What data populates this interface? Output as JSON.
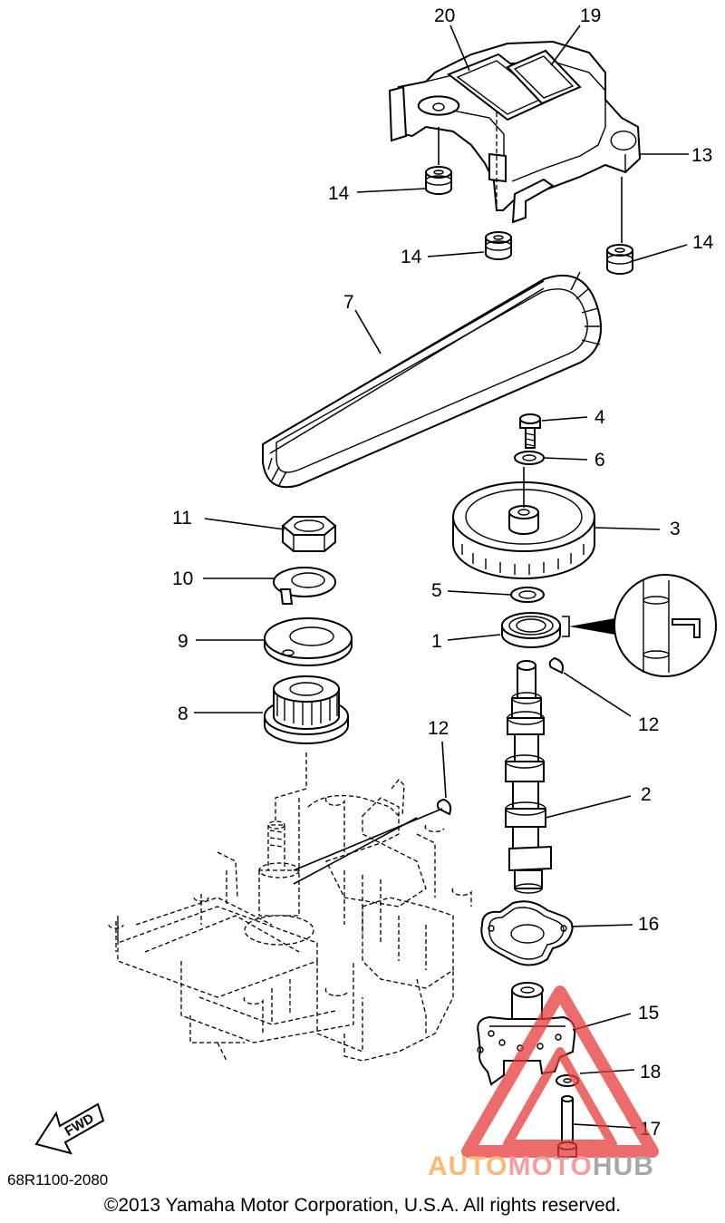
{
  "callouts": {
    "c20": "20",
    "c19": "19",
    "c13": "13",
    "c14a": "14",
    "c14b": "14",
    "c14c": "14",
    "c7": "7",
    "c4": "4",
    "c6": "6",
    "c3": "3",
    "c11": "11",
    "c10": "10",
    "c5": "5",
    "c9": "9",
    "c1": "1",
    "c8": "8",
    "c12a": "12",
    "c12b": "12",
    "c2": "2",
    "c16": "16",
    "c15": "15",
    "c18": "18",
    "c17": "17"
  },
  "fwd_label": "FWD",
  "doc_code": "68R1100-2080",
  "copyright": "©2013 Yamaha Motor Corporation, U.S.A. All rights reserved.",
  "watermark": {
    "part1": "AUTO",
    "part2": "MOTO",
    "part3": "HUB",
    "colors": {
      "orange": "#f5a34a",
      "pink": "#f08080",
      "gray": "#8c8c8c",
      "red": "#e63b3b"
    }
  }
}
